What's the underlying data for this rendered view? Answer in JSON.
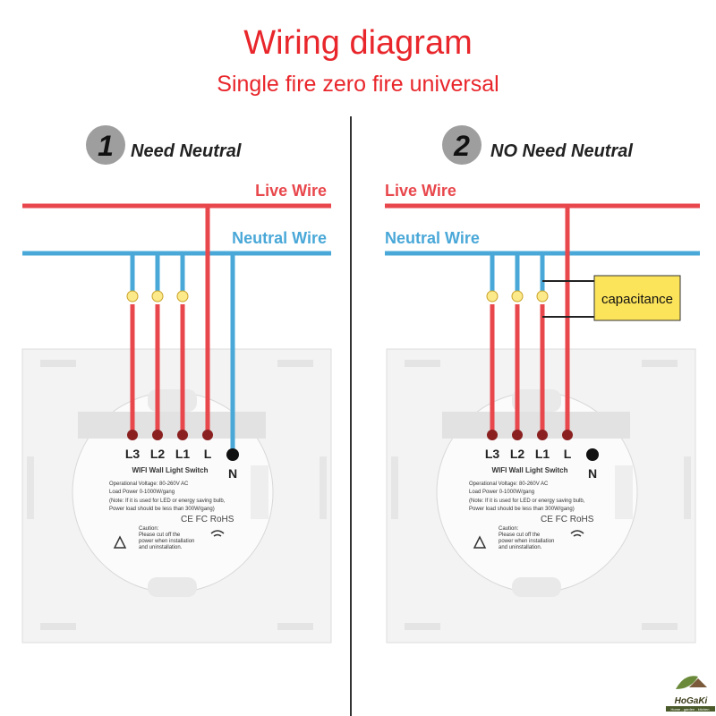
{
  "title": "Wiring diagram",
  "subtitle": "Single fire zero fire universal",
  "colors": {
    "red": "#e8474c",
    "blue": "#4aa8d8",
    "title": "#e8262b",
    "badge": "#9e9e9e",
    "cap": "#fbe35a"
  },
  "left": {
    "number": "1",
    "heading": "Need Neutral",
    "live_label": "Live Wire",
    "neutral_label": "Neutral Wire"
  },
  "right": {
    "number": "2",
    "heading": "NO Need Neutral",
    "live_label": "Live Wire",
    "neutral_label": "Neutral Wire",
    "capacitance": "capacitance"
  },
  "module": {
    "terminals": [
      "L3",
      "L2",
      "L1",
      "L"
    ],
    "neutral": "N",
    "product": "WIFI Wall Light Switch",
    "spec1": "Operational Voltage: 80-260V AC",
    "spec2": "Load Power 0-1000W/gang",
    "spec3": "(Note: If it is used for LED or energy saving bulb,",
    "spec4": "Power load should be less than 300W/gang)",
    "certs": "CE FC RoHS",
    "caution1": "Caution:",
    "caution2": "Please cut off the",
    "caution3": "power when installation",
    "caution4": "and uninstallation."
  },
  "logo": {
    "name": "HoGaKi",
    "tagline": "Home - garden - kitchen"
  }
}
